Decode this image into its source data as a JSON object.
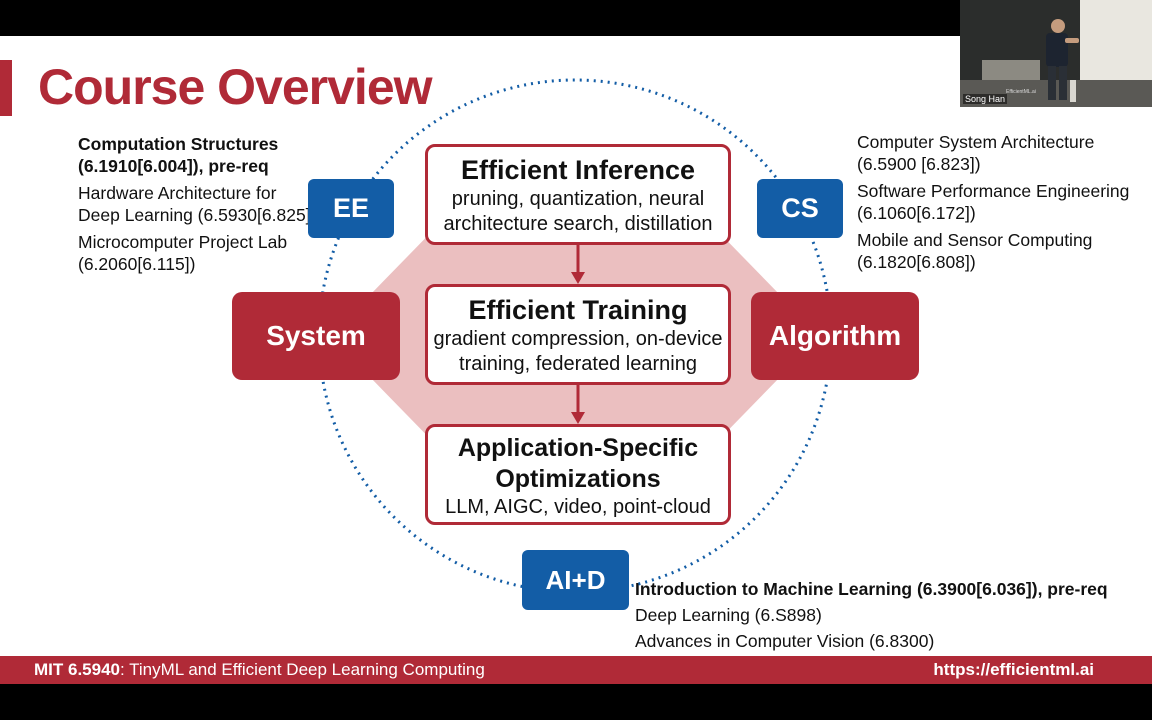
{
  "slide": {
    "title": "Course Overview",
    "ee_courses": [
      {
        "text": "Computation Structures (6.1910[6.004]), pre-req",
        "bold": true
      },
      {
        "text": "Hardware Architecture for Deep Learning (6.5930[6.825])",
        "bold": false
      },
      {
        "text": "Microcomputer Project Lab (6.2060[6.115])",
        "bold": false
      }
    ],
    "cs_courses": [
      {
        "text": "Computer System Architecture (6.5900 [6.823])"
      },
      {
        "text": "Software Performance Engineering (6.1060[6.172])"
      },
      {
        "text": "Mobile and Sensor Computing (6.1820[6.808])"
      }
    ],
    "aid_courses": [
      {
        "text": "Introduction to Machine Learning (6.3900[6.036]), pre-req",
        "bold": true
      },
      {
        "text": "Deep Learning (6.S898)",
        "bold": false
      },
      {
        "text": "Advances in Computer Vision (6.8300)",
        "bold": false
      }
    ],
    "diagram": {
      "ee_label": "EE",
      "cs_label": "CS",
      "aid_label": "AI+D",
      "system_label": "System",
      "algorithm_label": "Algorithm",
      "inference_title": "Efficient Inference",
      "inference_sub": "pruning, quantization, neural architecture search, distillation",
      "training_title": "Efficient Training",
      "training_sub": "gradient compression, on-device training, federated learning",
      "application_title": "Application-Specific Optimizations",
      "application_sub": "LLM, AIGC, video, point-cloud"
    },
    "footer": {
      "course_code": "MIT 6.5940",
      "course_name": ": TinyML and Efficient Deep Learning Computing",
      "url": "https://efficientml.ai"
    }
  },
  "video": {
    "speaker_name": "Song Han",
    "logo_text": "EfficientML.ai"
  },
  "colors": {
    "brand_red": "#b02a37",
    "blue": "#135da6",
    "hexagon_fill": "#ebbfc0"
  }
}
